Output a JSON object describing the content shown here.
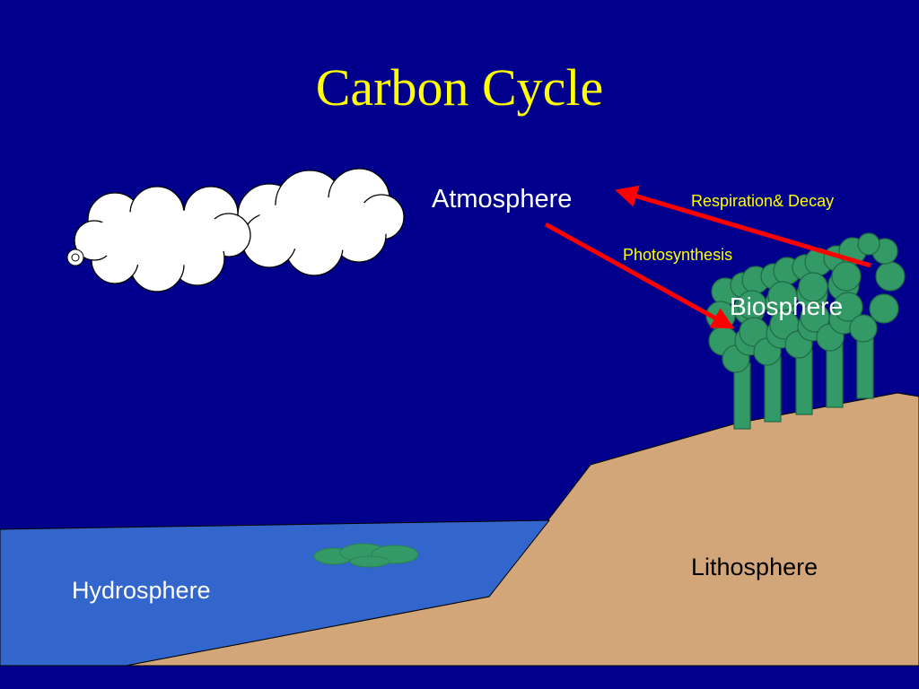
{
  "title": "Carbon Cycle",
  "labels": {
    "atmosphere": "Atmosphere",
    "biosphere": "Biosphere",
    "hydrosphere": "Hydrosphere",
    "lithosphere": "Lithosphere"
  },
  "processes": {
    "respiration": "Respiration& Decay",
    "photosynthesis": "Photosynthesis"
  },
  "colors": {
    "background": "#00008c",
    "title": "#ffff00",
    "process_label": "#ffff00",
    "sphere_label": "#ffffff",
    "arrow": "#ff0000",
    "land": "#d2a679",
    "water": "#3366cc",
    "tree": "#339966",
    "cloud": "#ffffff"
  }
}
